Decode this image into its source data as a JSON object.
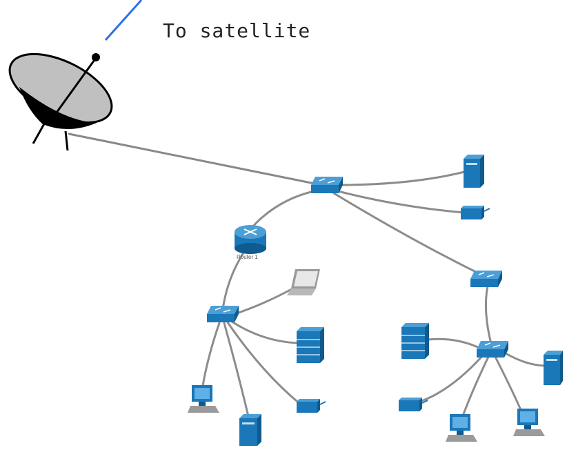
{
  "diagram": {
    "caption": "To satellite",
    "router_label": "Router 1",
    "colors": {
      "device": "#1a77b8",
      "link": "#8c8c8c",
      "satellite_beam": "#2f6ee8"
    },
    "nodes": [
      {
        "id": "satellite-dish",
        "icon": "satellite-dish-icon"
      },
      {
        "id": "core-switch",
        "icon": "switch-icon"
      },
      {
        "id": "router-1",
        "icon": "router-icon"
      },
      {
        "id": "left-switch",
        "icon": "switch-icon"
      },
      {
        "id": "right-switch-upper",
        "icon": "switch-icon"
      },
      {
        "id": "right-switch-lower",
        "icon": "switch-icon"
      },
      {
        "id": "server-top-right",
        "icon": "server-icon"
      },
      {
        "id": "printer-top-right",
        "icon": "printer-icon"
      },
      {
        "id": "laptop-left",
        "icon": "laptop-icon"
      },
      {
        "id": "server-rack-left",
        "icon": "server-rack-icon"
      },
      {
        "id": "printer-left",
        "icon": "printer-icon"
      },
      {
        "id": "workstation-left",
        "icon": "workstation-icon"
      },
      {
        "id": "server-left-bottom",
        "icon": "server-icon"
      },
      {
        "id": "server-rack-right",
        "icon": "server-rack-icon"
      },
      {
        "id": "server-right",
        "icon": "server-icon"
      },
      {
        "id": "printer-right",
        "icon": "printer-icon"
      },
      {
        "id": "workstation-right-1",
        "icon": "workstation-icon"
      },
      {
        "id": "workstation-right-2",
        "icon": "workstation-icon"
      }
    ],
    "links": [
      [
        "satellite-dish",
        "core-switch"
      ],
      [
        "core-switch",
        "router-1"
      ],
      [
        "core-switch",
        "server-top-right"
      ],
      [
        "core-switch",
        "printer-top-right"
      ],
      [
        "core-switch",
        "right-switch-upper"
      ],
      [
        "router-1",
        "left-switch"
      ],
      [
        "left-switch",
        "laptop-left"
      ],
      [
        "left-switch",
        "server-rack-left"
      ],
      [
        "left-switch",
        "printer-left"
      ],
      [
        "left-switch",
        "workstation-left"
      ],
      [
        "left-switch",
        "server-left-bottom"
      ],
      [
        "right-switch-upper",
        "right-switch-lower"
      ],
      [
        "right-switch-lower",
        "server-rack-right"
      ],
      [
        "right-switch-lower",
        "server-right"
      ],
      [
        "right-switch-lower",
        "printer-right"
      ],
      [
        "right-switch-lower",
        "workstation-right-1"
      ],
      [
        "right-switch-lower",
        "workstation-right-2"
      ]
    ]
  }
}
